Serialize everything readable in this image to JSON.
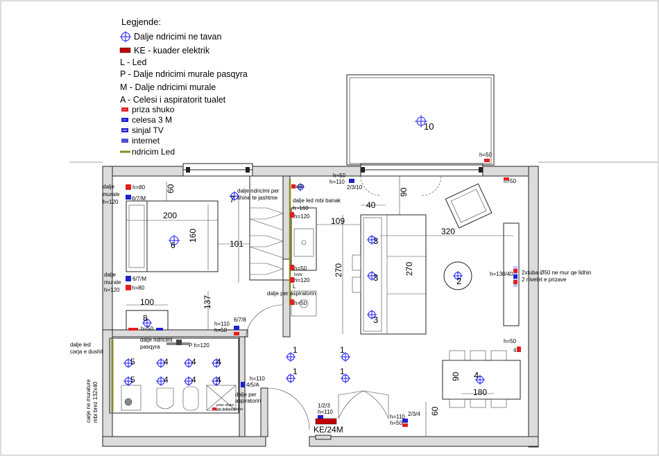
{
  "legend": {
    "title": "Legjende:",
    "items": [
      {
        "symbol": "ceiling-light",
        "text": "Dalje ndricimi ne tavan"
      },
      {
        "symbol": "electric-panel",
        "text": "KE - kuader elektrik"
      },
      {
        "symbol": "none",
        "text": "L - Led"
      },
      {
        "symbol": "none",
        "text": "P - Dalje ndricimi murale pasqyra"
      },
      {
        "symbol": "none",
        "text": "M - Dalje ndricimi murale"
      },
      {
        "symbol": "none",
        "text": "A - Celesi i aspiratorit tualet"
      },
      {
        "symbol": "shuko-socket",
        "text": "priza shuko"
      },
      {
        "symbol": "switch-3m",
        "text": "celesa 3 M"
      },
      {
        "symbol": "tv-signal",
        "text": "sinjal TV"
      },
      {
        "symbol": "internet",
        "text": "internet"
      },
      {
        "symbol": "led-line",
        "text": "ndricim Led"
      }
    ]
  },
  "colors": {
    "light": "#1a1aff",
    "shuko": "#e02020",
    "switch": "#2020d0",
    "led": "#8a8a20",
    "panel": "#c00000"
  },
  "labels": {
    "balcony_num": "10",
    "balcony_h": "h=50",
    "bedroom_num": "6",
    "bedroom_num7": "7",
    "dalje_murale_top": "dalje",
    "dalje_murale_top2": "murale",
    "dalje_murale_top3": "h=120",
    "h80_top": "h=80",
    "m_top": "6/7/M",
    "dalje_murale_bot": "dalje",
    "dalje_murale_bot2": "murale",
    "dalje_murale_bot3": "h=120",
    "h80_bot": "h=80",
    "m_bot": "6/7/M",
    "dim_60": "60",
    "dim_200": "200",
    "dim_160": "160",
    "dim_101": "101",
    "dim_100": "100",
    "dim_137": "137",
    "lamp8": "8",
    "h50_bed": "h=50",
    "shine1": "dalje ndricimi per",
    "shine2": "shine te jashtme",
    "h110_a": "h=110",
    "h50_a": "h=50",
    "sw_678": "6/7/8",
    "kitchen_h50": "h=50",
    "kitchen_h50b": "h=50",
    "kitchen_h110": "h=110",
    "kitchen_2310": "2/3/10",
    "led_banak": "dalje led mbi banak",
    "h160": "h -160",
    "h120k": "h=120",
    "h50k": "h=50",
    "lvstv": "lvstv",
    "h120k2": "h=120",
    "L": "L",
    "aspirator": "dalje per aspiratorin",
    "h50k2": "h=50",
    "dim_40": "40",
    "dim_90": "90",
    "dim_109": "109",
    "dim_320": "320",
    "dim_270a": "270",
    "dim_270b": "270",
    "living_3a": "3",
    "living_3b": "3",
    "living_3c": "3",
    "living_2": "2",
    "h130": "h=130/40",
    "tubes1": "2xtuba Ø50 ne mur qe lidhin",
    "tubes2": "2 nivelet e prizave",
    "h50_r": "h=50",
    "h50_r2": "4",
    "dining_4": "4",
    "dim_90d": "90",
    "dim_180": "180",
    "led_bath1": "dalje led",
    "led_bath2": "carja e dushit",
    "pasqyra1": "dalje ndricimi",
    "pasqyra2": "pasqyra",
    "p_h120": "P h=120",
    "b5a": "5",
    "b5b": "5",
    "b4a": "4",
    "b4b": "4",
    "b4c": "4",
    "b4d": "4",
    "b4e": "4",
    "b4f": "4",
    "h110_b": "h=110",
    "sw_45A": "4/5/A",
    "aspir_b1": "dalje per",
    "aspir_b2": "aspiratorin",
    "boiler1": "prize shuko",
    "boiler2": "per boilerin/boiler",
    "carje1": "carje ne murature",
    "carje2": "mbi brez 132x40",
    "hall1a": "1",
    "hall1b": "1",
    "hall1c": "1",
    "hall1d": "1",
    "ke_123": "1/2/3",
    "ke_h110": "h=110",
    "ke": "KE/24M",
    "h110_c": "h=110",
    "h50_c": "h=50",
    "sw_234": "2/3/4",
    "dim_60b": "60"
  }
}
